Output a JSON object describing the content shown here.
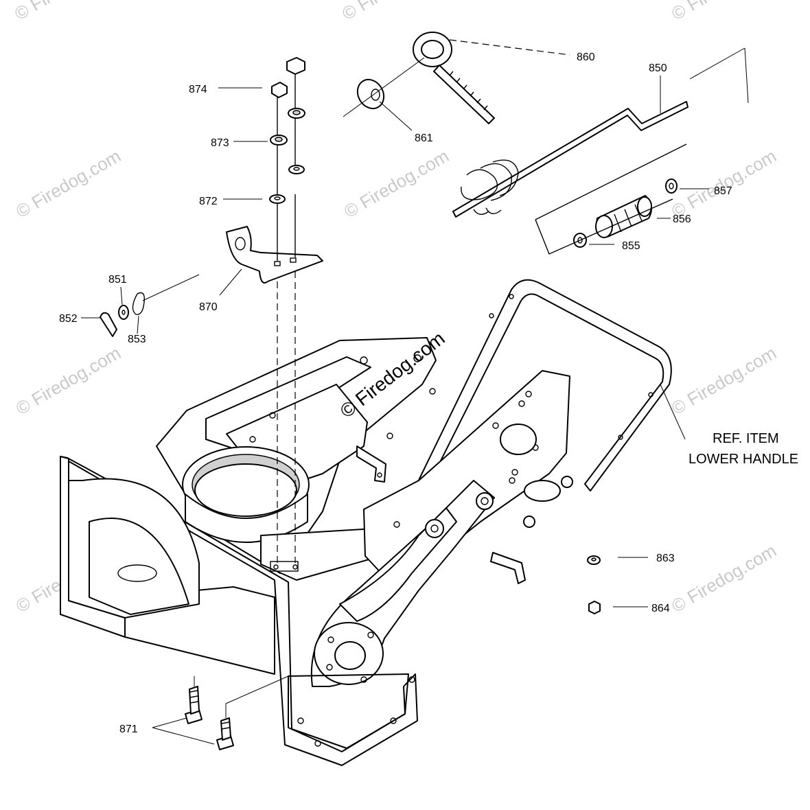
{
  "watermark": {
    "text": "© Firedog.com",
    "color": "#c9c9c9",
    "center_text": "© Firedog.com"
  },
  "callouts": [
    {
      "id": "860",
      "text": "860"
    },
    {
      "id": "850",
      "text": "850"
    },
    {
      "id": "861",
      "text": "861"
    },
    {
      "id": "874",
      "text": "874"
    },
    {
      "id": "873",
      "text": "873"
    },
    {
      "id": "872",
      "text": "872"
    },
    {
      "id": "857",
      "text": "857"
    },
    {
      "id": "856",
      "text": "856"
    },
    {
      "id": "855",
      "text": "855"
    },
    {
      "id": "851",
      "text": "851"
    },
    {
      "id": "852",
      "text": "852"
    },
    {
      "id": "853",
      "text": "853"
    },
    {
      "id": "870",
      "text": "870"
    },
    {
      "id": "863",
      "text": "863"
    },
    {
      "id": "864",
      "text": "864"
    },
    {
      "id": "871",
      "text": "871"
    }
  ],
  "reference": {
    "line1": "REF. ITEM",
    "line2": "LOWER HANDLE"
  }
}
